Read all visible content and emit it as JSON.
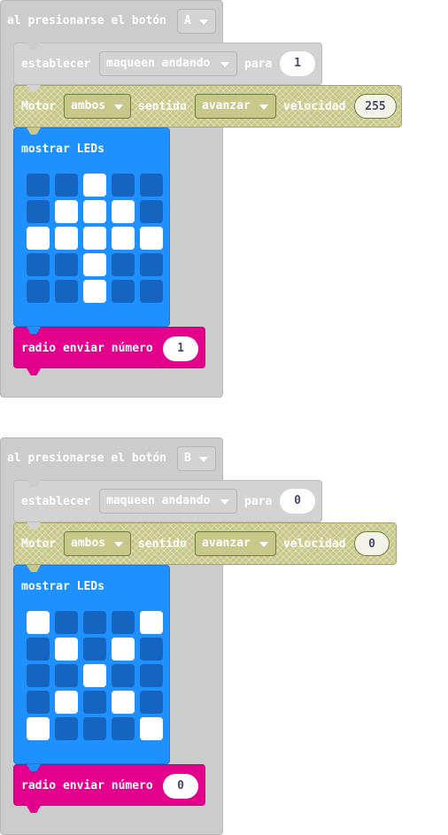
{
  "events": [
    {
      "label": "al presionarse el botón",
      "button": "A",
      "set": {
        "label": "establecer",
        "variable": "maqueen andando",
        "to_label": "para",
        "value": "1"
      },
      "motor": {
        "label": "Motor",
        "which": "ambos",
        "dir_label": "sentido",
        "direction": "avanzar",
        "speed_label": "velocidad",
        "speed": "255"
      },
      "leds": {
        "label": "mostrar LEDs",
        "grid": [
          [
            0,
            0,
            1,
            0,
            0
          ],
          [
            0,
            1,
            1,
            1,
            0
          ],
          [
            1,
            1,
            1,
            1,
            1
          ],
          [
            0,
            0,
            1,
            0,
            0
          ],
          [
            0,
            0,
            1,
            0,
            0
          ]
        ]
      },
      "radio": {
        "label": "radio enviar número",
        "value": "1"
      }
    },
    {
      "label": "al presionarse el botón",
      "button": "B",
      "set": {
        "label": "establecer",
        "variable": "maqueen andando",
        "to_label": "para",
        "value": "0"
      },
      "motor": {
        "label": "Motor",
        "which": "ambos",
        "dir_label": "sentido",
        "direction": "avanzar",
        "speed_label": "velocidad",
        "speed": "0"
      },
      "leds": {
        "label": "mostrar LEDs",
        "grid": [
          [
            1,
            0,
            0,
            0,
            1
          ],
          [
            0,
            1,
            0,
            1,
            0
          ],
          [
            0,
            0,
            1,
            0,
            0
          ],
          [
            0,
            1,
            0,
            1,
            0
          ],
          [
            1,
            0,
            0,
            0,
            1
          ]
        ]
      },
      "radio": {
        "label": "radio enviar número",
        "value": "0"
      }
    }
  ],
  "colors": {
    "event": "#cccccc",
    "variables": "#d3d3d3",
    "motor": "#c8c88a",
    "basic": "#1e90ff",
    "radio": "#e3008c",
    "led_off": "#1565c0",
    "led_on": "#ffffff"
  },
  "icons": {
    "dropdown": "triangle-down-icon"
  }
}
